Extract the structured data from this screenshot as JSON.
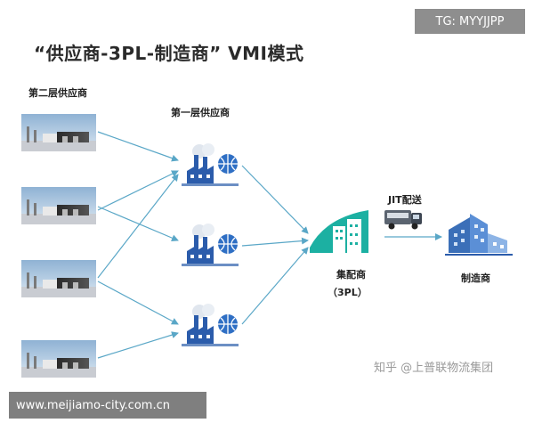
{
  "title": "“供应商-3PL-制造商” VMI模式",
  "watermark_tg": "TG: MYYJJPP",
  "watermark_url": "www.meijiamo-city.com.cn",
  "watermark_zhihu": "知乎 @上普联物流集团",
  "labels": {
    "tier2": "第二层供应商",
    "tier1": "第一层供应商",
    "jit": "JIT配送",
    "hub_name": "集配商",
    "hub_sub": "（3PL）",
    "manufacturer": "制造商"
  },
  "colors": {
    "arrow": "#5aa7c7",
    "factory_blue": "#2b5cab",
    "hub_teal": "#1cb0a2",
    "building_blue": "#3b6fb8"
  }
}
